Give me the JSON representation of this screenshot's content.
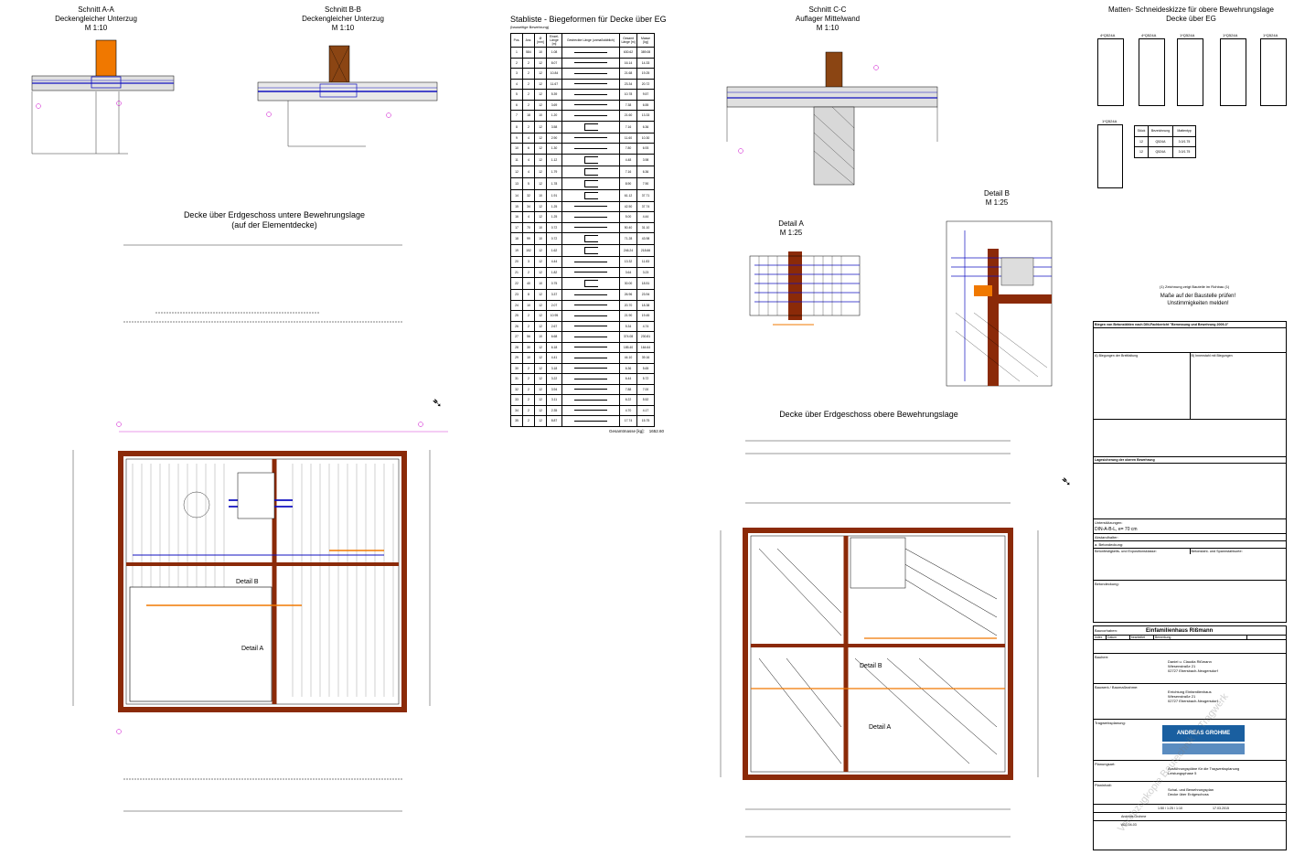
{
  "sections": {
    "aa": {
      "title": "Schnitt A-A",
      "subtitle": "Deckengleicher Unterzug",
      "scale": "M 1:10"
    },
    "bb": {
      "title": "Schnitt B-B",
      "subtitle": "Deckengleicher Unterzug",
      "scale": "M 1:10"
    },
    "cc": {
      "title": "Schnitt C-C",
      "subtitle": "Auflager Mittelwand",
      "scale": "M 1:10"
    }
  },
  "stabliste": {
    "title": "Stabliste - Biegeformen für Decke über EG",
    "subtitle": "(bauseitige Bewehrung)",
    "headers": [
      "Pos.",
      "Anz.",
      "Ø [mm]",
      "Einzel-Länge [m]",
      "Gestreckte Länge (unmaßstäblich)",
      "Gesamt Länge [m]",
      "Masse [kg]"
    ],
    "rows": [
      [
        "1",
        "584",
        "10",
        "1.08",
        "",
        "630.62",
        "389.08"
      ],
      [
        "2",
        "2",
        "12",
        "8.07",
        "",
        "16.14",
        "14.33"
      ],
      [
        "3",
        "2",
        "12",
        "10.84",
        "",
        "21.68",
        "19.25"
      ],
      [
        "4",
        "2",
        "12",
        "11.67",
        "",
        "23.34",
        "20.72"
      ],
      [
        "5",
        "2",
        "12",
        "5.39",
        "",
        "10.78",
        "9.57"
      ],
      [
        "6",
        "2",
        "12",
        "3.69",
        "",
        "7.38",
        "6.55"
      ],
      [
        "7",
        "18",
        "10",
        "1.20",
        "",
        "21.60",
        "13.33"
      ],
      [
        "8",
        "2",
        "12",
        "3.58",
        "",
        "7.16",
        "6.36"
      ],
      [
        "9",
        "4",
        "12",
        "2.90",
        "",
        "11.60",
        "10.30"
      ],
      [
        "10",
        "6",
        "12",
        "1.30",
        "",
        "7.80",
        "6.93"
      ],
      [
        "11",
        "4",
        "12",
        "1.12",
        "",
        "4.48",
        "3.98"
      ],
      [
        "12",
        "4",
        "12",
        "1.79",
        "",
        "7.16",
        "6.36"
      ],
      [
        "13",
        "5",
        "12",
        "1.78",
        "",
        "8.90",
        "7.90"
      ],
      [
        "14",
        "32",
        "10",
        "1.91",
        "",
        "61.12",
        "37.71"
      ],
      [
        "15",
        "34",
        "12",
        "1.25",
        "",
        "42.50",
        "37.74"
      ],
      [
        "16",
        "4",
        "12",
        "1.25",
        "",
        "5.00",
        "4.44"
      ],
      [
        "17",
        "70",
        "10",
        "0.72",
        "",
        "50.40",
        "31.10"
      ],
      [
        "18",
        "99",
        "10",
        "0.72",
        "",
        "71.28",
        "43.98"
      ],
      [
        "19",
        "152",
        "12",
        "1.62",
        "",
        "246.24",
        "218.66"
      ],
      [
        "20",
        "3",
        "12",
        "4.44",
        "",
        "13.32",
        "11.83"
      ],
      [
        "21",
        "2",
        "12",
        "1.82",
        "",
        "3.64",
        "3.23"
      ],
      [
        "22",
        "40",
        "10",
        "0.75",
        "",
        "30.00",
        "18.51"
      ],
      [
        "23",
        "8",
        "12",
        "3.37",
        "",
        "26.96",
        "23.94"
      ],
      [
        "24",
        "10",
        "12",
        "2.07",
        "",
        "20.70",
        "18.38"
      ],
      [
        "25",
        "2",
        "12",
        "10.95",
        "",
        "21.90",
        "19.45"
      ],
      [
        "26",
        "2",
        "12",
        "2.67",
        "",
        "5.34",
        "4.74"
      ],
      [
        "27",
        "56",
        "10",
        "6.68",
        "",
        "374.08",
        "230.81"
      ],
      [
        "28",
        "30",
        "12",
        "6.18",
        "",
        "185.40",
        "164.64"
      ],
      [
        "29",
        "10",
        "12",
        "4.41",
        "",
        "44.10",
        "39.16"
      ],
      [
        "30",
        "2",
        "12",
        "3.18",
        "",
        "6.36",
        "5.65"
      ],
      [
        "31",
        "2",
        "12",
        "3.22",
        "",
        "6.44",
        "5.72"
      ],
      [
        "32",
        "2",
        "12",
        "3.94",
        "",
        "7.88",
        "7.00"
      ],
      [
        "33",
        "2",
        "12",
        "3.11",
        "",
        "6.22",
        "5.52"
      ],
      [
        "34",
        "2",
        "12",
        "2.35",
        "",
        "4.70",
        "4.17"
      ],
      [
        "35",
        "2",
        "12",
        "8.87",
        "",
        "17.74",
        "15.75"
      ]
    ],
    "total_label": "Gesamtmasse [kg]:",
    "total_value": "1652.60"
  },
  "matten": {
    "title": "Matten- Schneideskizze für obere Bewehrungslage",
    "subtitle": "Decke über EG",
    "mats": [
      "4*Q524A",
      "4*Q524A",
      "1*Q524A",
      "1*Q524A",
      "1*Q524A",
      "1*Q524A"
    ],
    "table_headers": [
      "Stück",
      "Bezeichnung",
      "Mattentyp"
    ],
    "table_rows": [
      [
        "12",
        "Q524A",
        "3.0/1.75"
      ],
      [
        "12",
        "Q524A",
        "3.0/1.75"
      ]
    ]
  },
  "plans": {
    "lower_title": "Decke über Erdgeschoss untere Bewehrungslage",
    "lower_subtitle": "(auf der Elementdecke)",
    "upper_title": "Decke über Erdgeschoss obere Bewehrungslage",
    "detail_a": "Detail A",
    "detail_b": "Detail B",
    "detail_b_plan": "Detail B",
    "detail_a_plan": "Detail A"
  },
  "details": {
    "a": {
      "title": "Detail A",
      "scale": "M 1:25"
    },
    "b": {
      "title": "Detail B",
      "scale": "M 1:25"
    }
  },
  "notes": {
    "site_small": "(1) Zeichnung zeigt Bauteile im Rohbau (1)",
    "warning_1": "Maße auf der Baustelle prüfen!",
    "warning_2": "Unstimmigkeiten melden!"
  },
  "spec": {
    "title": "Biegen von Betonstählen nach DIN-Fachbericht \"Bemessung und Bewehrung 2009-3\"",
    "heading_a": "A) Biegungen der Breitfaltung",
    "heading_b": "B) Innenstahl mit Biegungen",
    "heading_lap": "Lagesicherung der oberen Bewehrung",
    "heading_support": "Unterstützungen:",
    "support_value": "DIN-A-B-L, e= 70 cm",
    "heading_holder": "Abstandhalter:",
    "heading_cover": "a. Betondeckung:",
    "heading_classes": "Betonfestigkeits- und Expositionsklasse:",
    "heading_steel": "Betonstahl- und Spannstahlsorte:",
    "heading_bet": "Betondeckung:"
  },
  "titleblock": {
    "bauvorhaben_label": "Bauvorhaben:",
    "bauvorhaben": "Einfamilienhaus Rißmann",
    "bauherr_label": "Bauherr:",
    "bauherr_lines": [
      "Daniel u. Claudia Rißmann",
      "Wiesenstraße 21",
      "02727 Ebersbach-Neugersdorf"
    ],
    "bauwerk_label": "Bauwerk / Baumaßnahme:",
    "bauwerk_lines": [
      "Errichtung Einfamilienhaus",
      "Wiesenstraße 21",
      "02727 Ebersbach-Neugersdorf"
    ],
    "tragwerk_label": "Tragwerksplanung:",
    "company": "ANDREAS GROHME",
    "planungsart_label": "Planungsart:",
    "planungsart_lines": [
      "Ausführungspläne für die Tragwerksplanung",
      "Leistungsphase 5"
    ],
    "planinhalt_label": "Planinhalt:",
    "planinhalt_lines": [
      "Schal- und Bewehrungsplan",
      "Decke über Erdgeschoss"
    ],
    "scale_value": "1:50 / 1:25 / 1:10",
    "date_value": "17.03.2015",
    "drawn_by": "Andreas Grohme",
    "plan_no": "A02-04-03",
    "revision_headers": [
      "Index",
      "Datum",
      "bearbeitet",
      "Bemerkung"
    ],
    "watermark": "Vorabzugkopie Bautechnik & Tragwerk"
  },
  "colors": {
    "magenta": "#cc00cc",
    "blue": "#1010c0",
    "brick": "#8b2a08",
    "orange": "#f07800",
    "black": "#000000"
  }
}
